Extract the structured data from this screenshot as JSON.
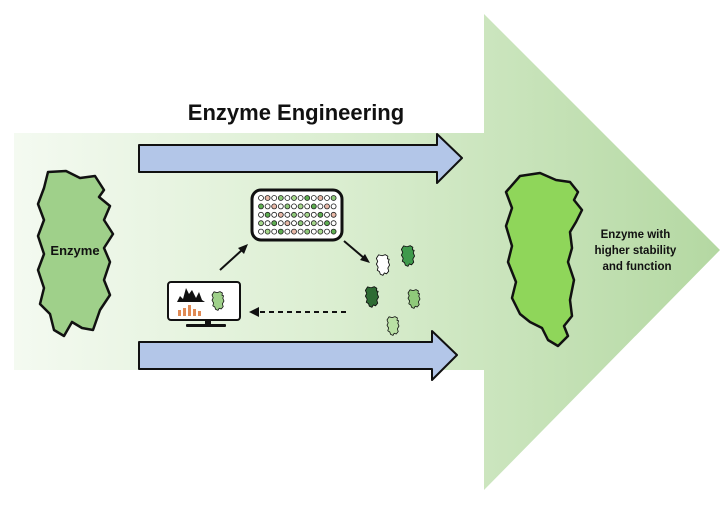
{
  "title": "Enzyme Engineering",
  "input_label": "Enzyme",
  "output_label": [
    "Enzyme with",
    "higher stability",
    "and function"
  ],
  "colors": {
    "big_arrow_light": "#f1f8ee",
    "big_arrow_dark": "#bcdcac",
    "enzyme_input": "#9fd08a",
    "enzyme_output": "#8fd65a",
    "blue_arrow": "#b3c6e8",
    "variant_dark": "#2e7d3a",
    "variant_mid": "#5fae52",
    "variant_light": "#a6d88c",
    "variant_white": "#ffffff"
  }
}
